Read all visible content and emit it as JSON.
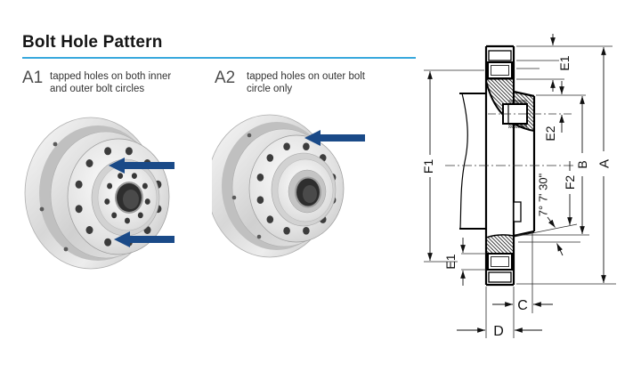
{
  "header": {
    "title": "Bolt Hole Pattern",
    "rule_color": "#38a8dd"
  },
  "variants": [
    {
      "code": "A1",
      "lines": [
        "tapped holes on both inner",
        "and outer bolt circles"
      ]
    },
    {
      "code": "A2",
      "lines": [
        "tapped holes on outer bolt",
        "circle only"
      ]
    }
  ],
  "illustration": {
    "arrow_color": "#1a4a88",
    "metal_light": "#f6f6f6",
    "metal_dark": "#bfbfbf",
    "hole_color": "#3c3c3c"
  },
  "drawing": {
    "line_color": "#000000",
    "dim_labels": {
      "e1": "E1",
      "e2": "E2",
      "f1": "F1",
      "f2": "F2",
      "a": "A",
      "b": "B",
      "c": "C",
      "d": "D"
    },
    "angle_label": "7° 7' 30\""
  }
}
